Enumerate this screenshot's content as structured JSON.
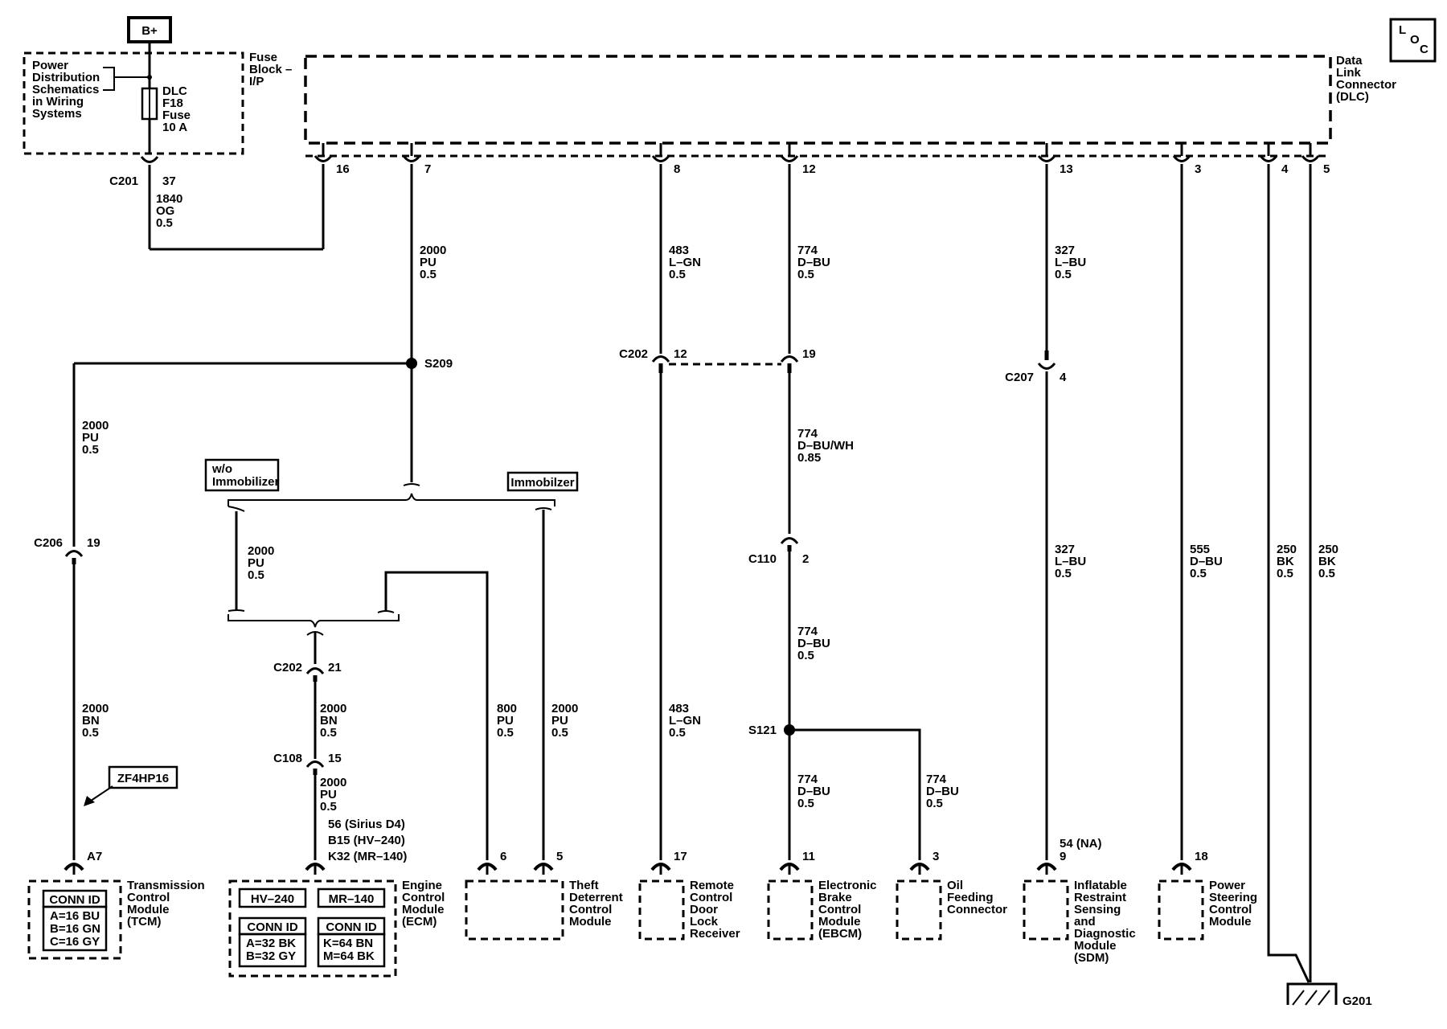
{
  "header": {
    "battery": "B+",
    "corner_badge": [
      "L",
      "O",
      "C"
    ]
  },
  "fuse_block": {
    "title": [
      "Fuse",
      "Block –",
      "I/P"
    ],
    "power_ref": [
      "Power",
      "Distribution",
      "Schematics",
      "in Wiring",
      "Systems"
    ],
    "fuse": [
      "DLC",
      "F18",
      "Fuse",
      "10 A"
    ]
  },
  "dlc": {
    "title": [
      "Data",
      "Link",
      "Connector",
      "(DLC)"
    ],
    "pins": [
      "16",
      "7",
      "8",
      "12",
      "13",
      "3",
      "4",
      "5"
    ]
  },
  "connectors": {
    "c201": "C201",
    "c201_pin": "37",
    "c202": "C202",
    "c202_pin_a": "12",
    "c202_pin_b": "19",
    "c202_pin_c": "21",
    "c207": "C207",
    "c207_pin": "4",
    "c206": "C206",
    "c206_pin": "19",
    "c110": "C110",
    "c110_pin": "2",
    "c108": "C108",
    "c108_pin": "15",
    "s209": "S209",
    "s121": "S121",
    "g201": "G201"
  },
  "wires": {
    "w1840": [
      "1840",
      "OG",
      "0.5"
    ],
    "w2000_dlc": [
      "2000",
      "PU",
      "0.5"
    ],
    "w483_top": [
      "483",
      "L–GN",
      "0.5"
    ],
    "w774_top": [
      "774",
      "D–BU",
      "0.5"
    ],
    "w327_top": [
      "327",
      "L–BU",
      "0.5"
    ],
    "w2000_tcm": [
      "2000",
      "PU",
      "0.5"
    ],
    "w774_wh": [
      "774",
      "D–BU/WH",
      "0.85"
    ],
    "w2000_immo": [
      "2000",
      "PU",
      "0.5"
    ],
    "w327_low": [
      "327",
      "L–BU",
      "0.5"
    ],
    "w555": [
      "555",
      "D–BU",
      "0.5"
    ],
    "w250a": [
      "250",
      "BK",
      "0.5"
    ],
    "w250b": [
      "250",
      "BK",
      "0.5"
    ],
    "w774_mid": [
      "774",
      "D–BU",
      "0.5"
    ],
    "w2000_bn_tcm": [
      "2000",
      "BN",
      "0.5"
    ],
    "w2000_bn_ecm": [
      "2000",
      "BN",
      "0.5"
    ],
    "w800": [
      "800",
      "PU",
      "0.5"
    ],
    "w2000_theft": [
      "2000",
      "PU",
      "0.5"
    ],
    "w483_low": [
      "483",
      "L–GN",
      "0.5"
    ],
    "w774_ebcm": [
      "774",
      "D–BU",
      "0.5"
    ],
    "w774_oil": [
      "774",
      "D–BU",
      "0.5"
    ],
    "w2000_ecm": [
      "2000",
      "PU",
      "0.5"
    ]
  },
  "options": {
    "wo_immobilizer": [
      "w/o",
      "Immobilizer"
    ],
    "immobilizer": "Immobilzer",
    "zf_note": "ZF4HP16"
  },
  "ecm_pins": [
    "56 (Sirius D4)",
    "B15 (HV–240)",
    "K32 (MR–140)"
  ],
  "sdm_pin": [
    "54 (NA)",
    "9"
  ],
  "module_pins": {
    "tcm": "A7",
    "theft_a": "6",
    "theft_b": "5",
    "rcdlr": "17",
    "ebcm": "11",
    "oil": "3",
    "pscm": "18"
  },
  "modules": {
    "tcm": {
      "name": [
        "Transmission",
        "Control",
        "Module",
        "(TCM)"
      ],
      "conn_title": "CONN ID",
      "conn_lines": [
        "A=16 BU",
        "B=16 GN",
        "C=16 GY"
      ]
    },
    "ecm": {
      "name": [
        "Engine",
        "Control",
        "Module",
        "(ECM)"
      ],
      "hv": "HV–240",
      "mr": "MR–140",
      "conn_title_a": "CONN ID",
      "conn_a": [
        "A=32 BK",
        "B=32 GY"
      ],
      "conn_title_b": "CONN ID",
      "conn_b": [
        "K=64 BN",
        "M=64 BK"
      ]
    },
    "theft": {
      "name": [
        "Theft",
        "Deterrent",
        "Control",
        "Module"
      ]
    },
    "rcdlr": {
      "name": [
        "Remote",
        "Control",
        "Door",
        "Lock",
        "Receiver"
      ]
    },
    "ebcm": {
      "name": [
        "Electronic",
        "Brake",
        "Control",
        "Module",
        "(EBCM)"
      ]
    },
    "oil": {
      "name": [
        "Oil",
        "Feeding",
        "Connector"
      ]
    },
    "sdm": {
      "name": [
        "Inflatable",
        "Restraint",
        "Sensing",
        "and",
        "Diagnostic",
        "Module",
        "(SDM)"
      ]
    },
    "pscm": {
      "name": [
        "Power",
        "Steering",
        "Control",
        "Module"
      ]
    }
  }
}
